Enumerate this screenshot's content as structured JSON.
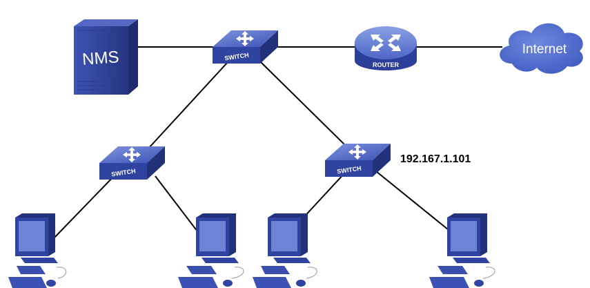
{
  "nodes": {
    "nms_label": "NMS",
    "core_switch_label": "SWITCH",
    "router_label": "ROUTER",
    "internet_label": "Internet",
    "left_switch_label": "SWITCH",
    "right_switch_label": "SWITCH",
    "right_switch_ip": "192.167.1.101"
  },
  "colors": {
    "device_dark": "#2b3a86",
    "device_mid": "#3a4fb0",
    "device_light": "#6f86d6",
    "cloud": "#4a66c8",
    "link": "#000000"
  }
}
